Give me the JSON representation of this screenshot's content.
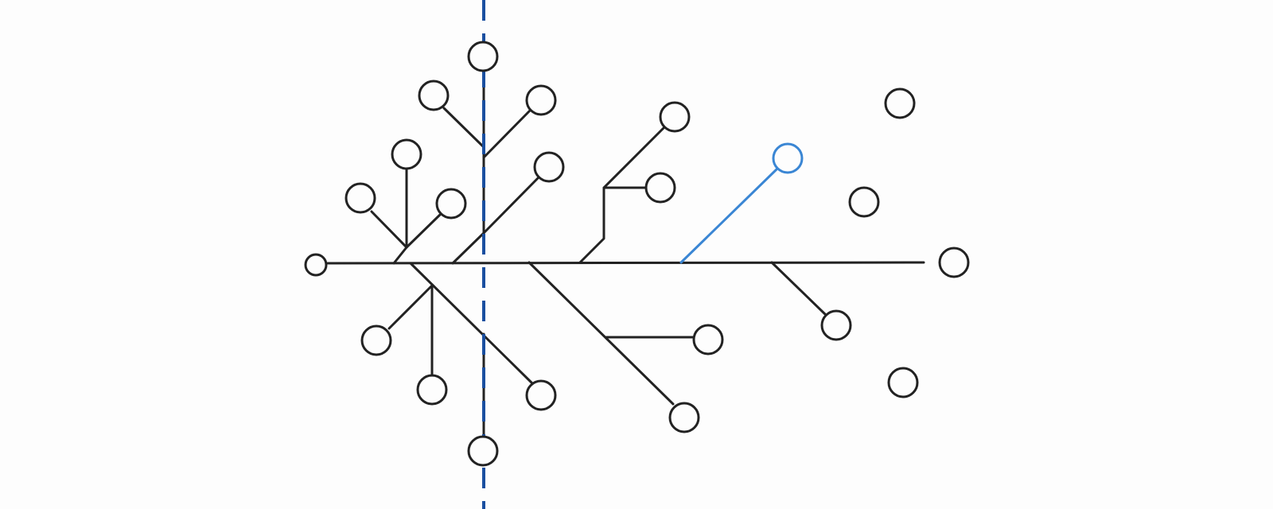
{
  "diagram": {
    "type": "tree",
    "colors": {
      "edge": "#222222",
      "highlight": "#3a86d4",
      "symmetry_axis": "#1a4fa0",
      "background": "#fdfdfd"
    },
    "highlighted_branch": "upper-right-blue-branch",
    "symmetry_axis_style": "dashed-vertical"
  }
}
